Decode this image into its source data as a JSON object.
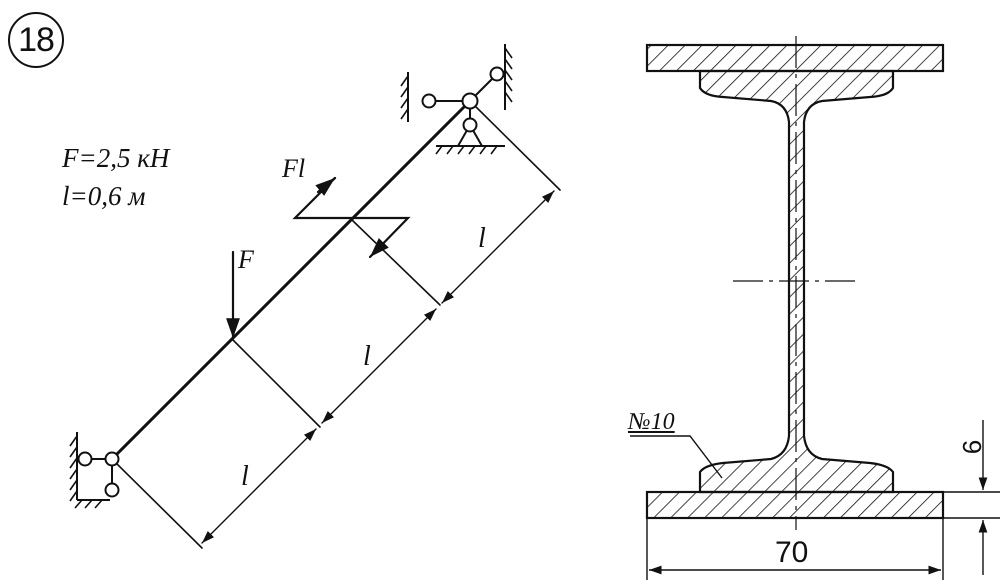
{
  "problem_number": "18",
  "given": {
    "force": "F=2,5 кН",
    "length": "l=0,6 м"
  },
  "labels": {
    "force": "F",
    "moment": "Fl",
    "span_1": "l",
    "span_2": "l",
    "span_3": "l"
  },
  "section": {
    "profile": "№10",
    "flange_width": "70",
    "flange_thickness": "6"
  }
}
